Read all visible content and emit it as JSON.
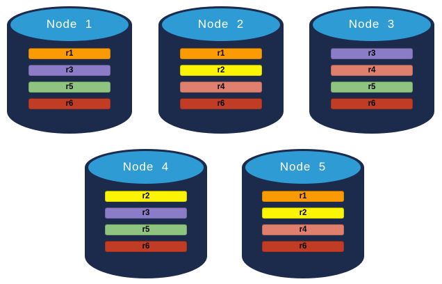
{
  "diagram": {
    "background": "#ffffff",
    "colors": {
      "cylinder_body": "#1c2a4c",
      "cylinder_top_face": "#2f9bd5",
      "title_text": "#ffffff",
      "bar_text": "#000000"
    },
    "replica_colors": {
      "r1": "#fb9b03",
      "r2": "#fbf405",
      "r3": "#8a7cc7",
      "r4": "#df7f6e",
      "r5": "#8fc480",
      "r6": "#c03c24"
    },
    "nodes": [
      {
        "title": "Node  1",
        "replicas": [
          "r1",
          "r3",
          "r5",
          "r6"
        ]
      },
      {
        "title": "Node  2",
        "replicas": [
          "r1",
          "r2",
          "r4",
          "r6"
        ]
      },
      {
        "title": "Node  3",
        "replicas": [
          "r3",
          "r4",
          "r5",
          "r6"
        ]
      },
      {
        "title": "Node  4",
        "replicas": [
          "r2",
          "r3",
          "r5",
          "r6"
        ]
      },
      {
        "title": "Node  5",
        "replicas": [
          "r1",
          "r2",
          "r4",
          "r6"
        ]
      }
    ]
  }
}
